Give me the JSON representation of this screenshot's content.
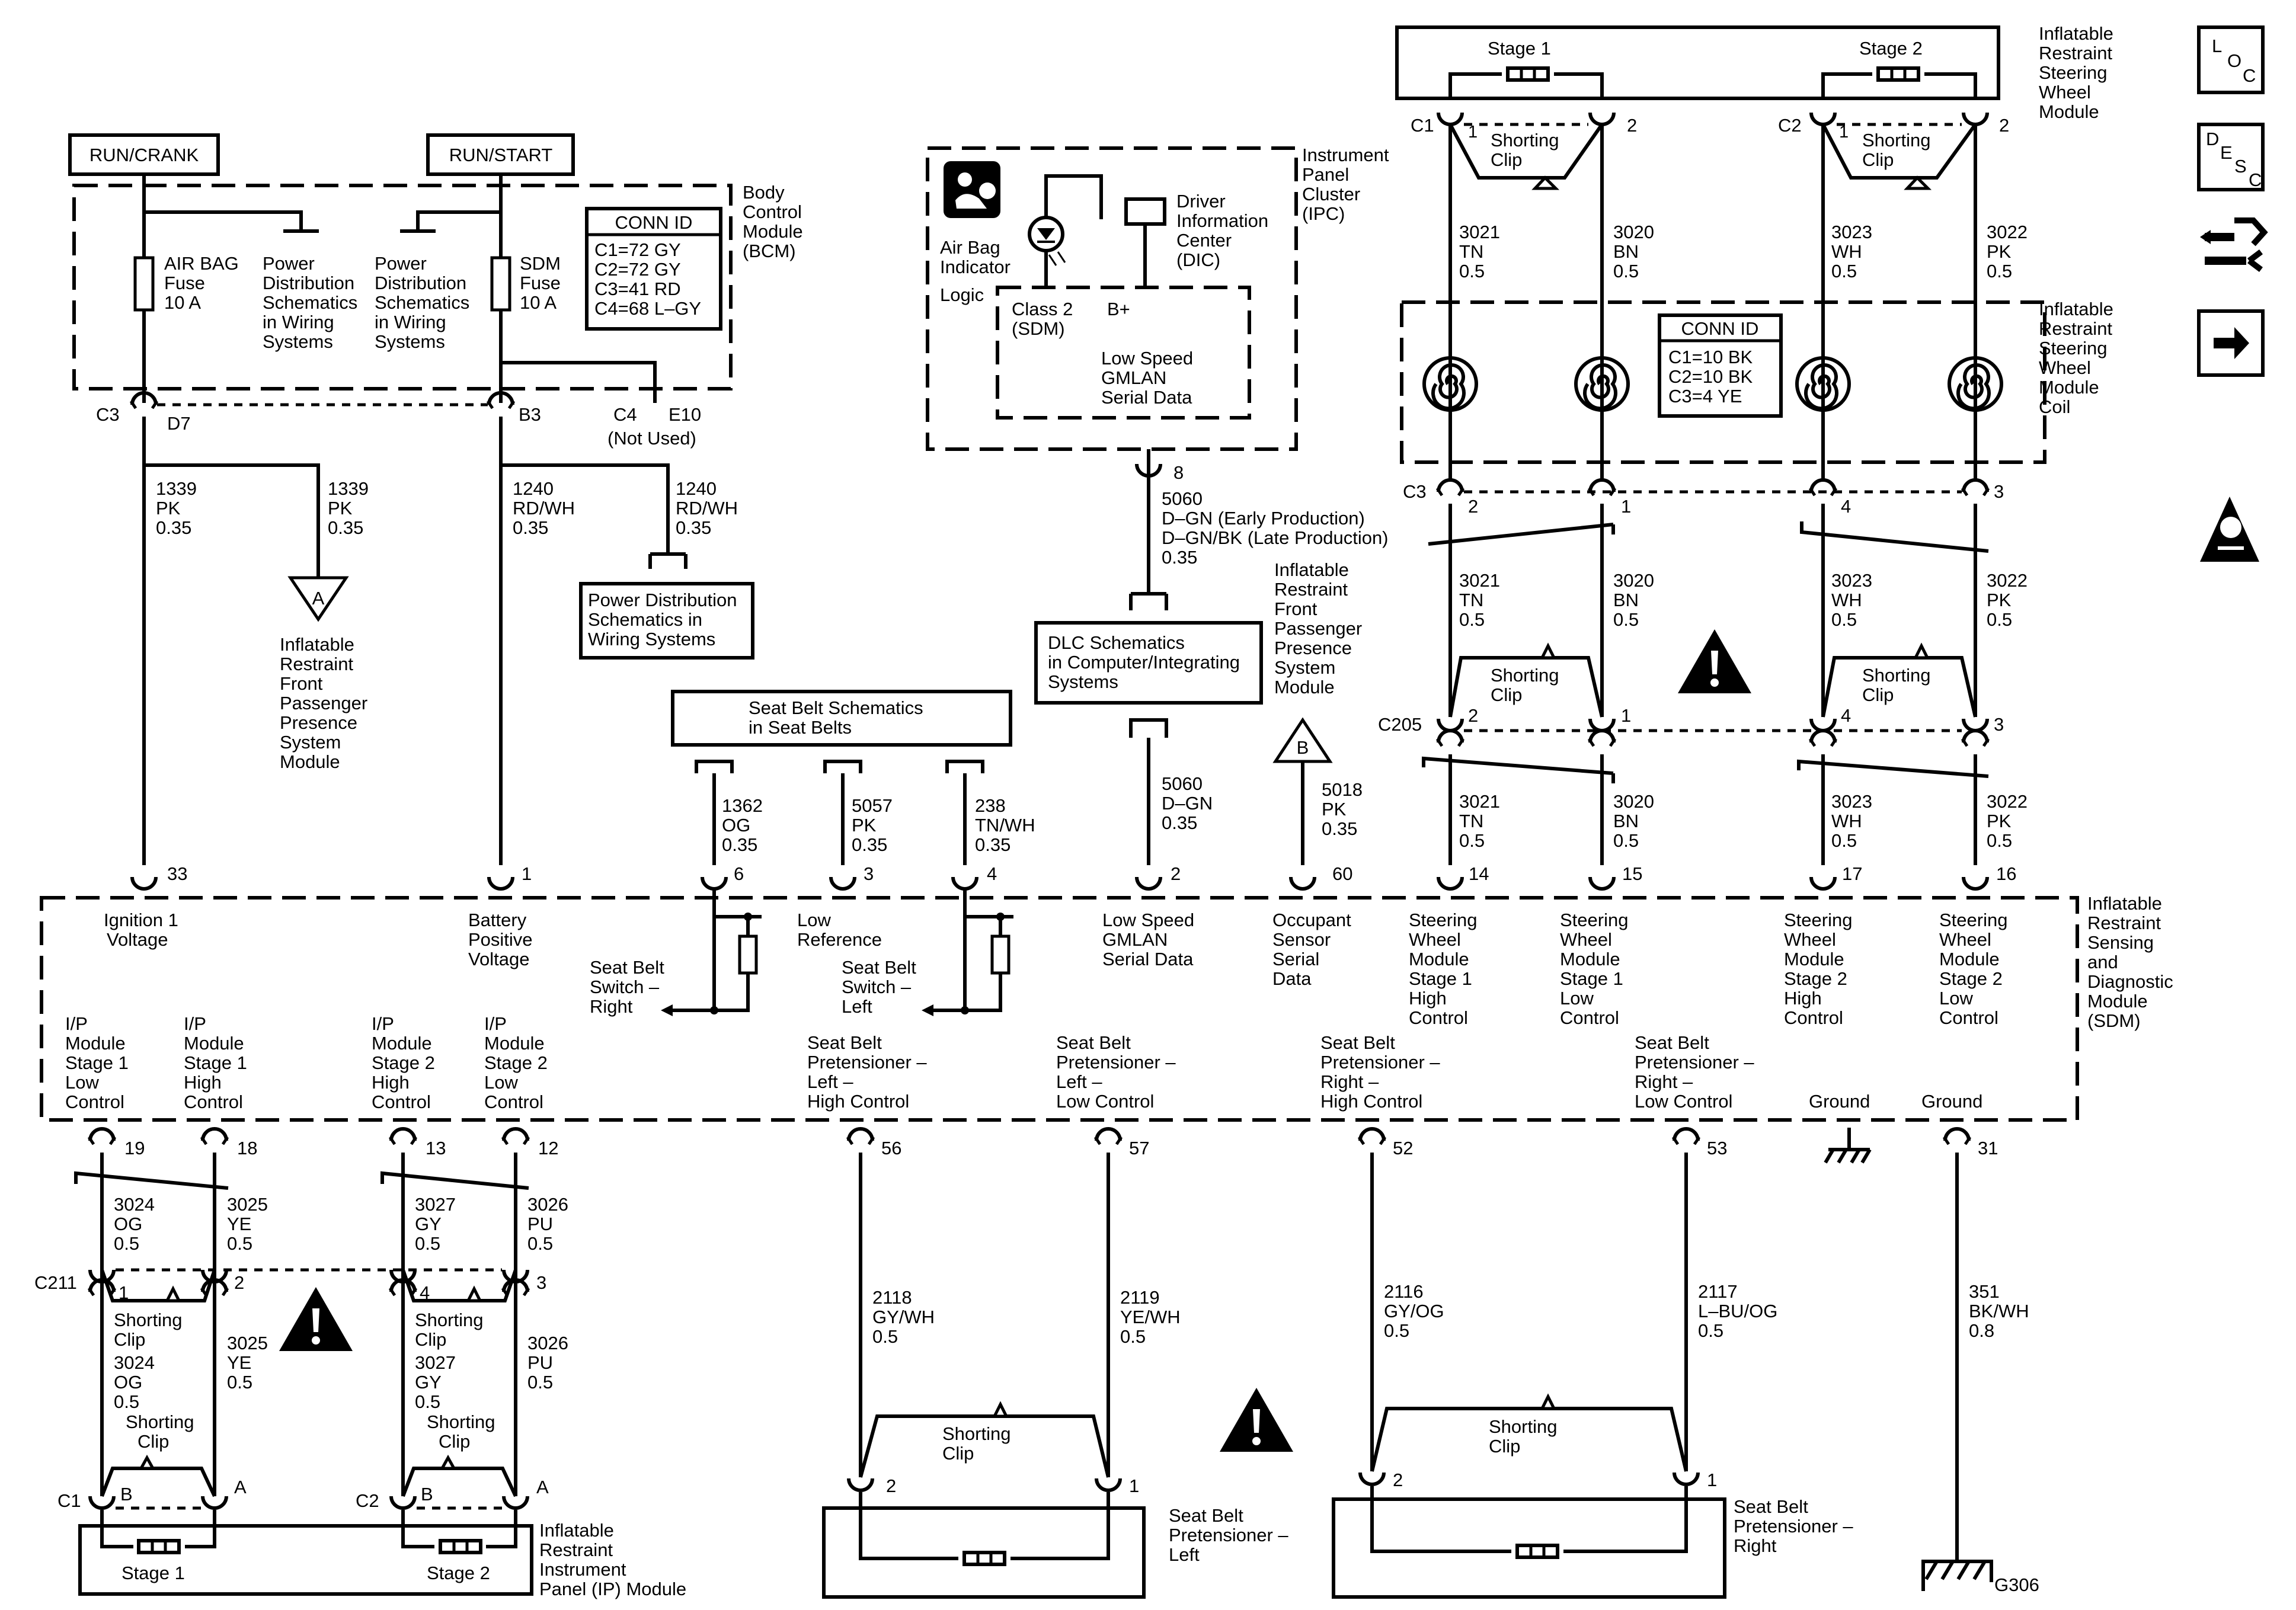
{
  "power": {
    "run_crank": "RUN/CRANK",
    "run_start": "RUN/START"
  },
  "bcm": {
    "name": [
      "Body",
      "Control",
      "Module",
      "(BCM)"
    ],
    "airbag_fuse": [
      "AIR BAG",
      "Fuse",
      "10 A"
    ],
    "sdm_fuse": [
      "SDM",
      "Fuse",
      "10 A"
    ],
    "power_dist": [
      "Power",
      "Distribution",
      "Schematics",
      "in Wiring",
      "Systems"
    ],
    "conn_id_title": "CONN ID",
    "conn_ids": [
      "C1=72 GY",
      "C2=72 GY",
      "C3=41 RD",
      "C4=68 L–GY"
    ],
    "c3": "C3",
    "d7": "D7",
    "b3": "B3",
    "c4": "C4",
    "e10": "E10",
    "not_used": "(Not Used)"
  },
  "wires_top": {
    "w1339": [
      "1339",
      "PK",
      "0.35"
    ],
    "w1240": [
      "1240",
      "RD/WH",
      "0.35"
    ],
    "inflatable_front_passenger": [
      "Inflatable",
      "Restraint",
      "Front",
      "Passenger",
      "Presence",
      "System",
      "Module"
    ],
    "power_dist_box": [
      "Power Distribution",
      "Schematics in",
      "Wiring Systems"
    ],
    "offpage_a": "A",
    "offpage_b": "B"
  },
  "ipc": {
    "name": [
      "Instrument",
      "Panel",
      "Cluster",
      "(IPC)"
    ],
    "airbag_indicator": [
      "Air Bag",
      "Indicator"
    ],
    "logic": "Logic",
    "dic": [
      "Driver",
      "Information",
      "Center",
      "(DIC)"
    ],
    "class2": [
      "Class 2",
      "(SDM)"
    ],
    "bplus": "B+",
    "gmlan": [
      "Low Speed",
      "GMLAN",
      "Serial Data"
    ],
    "pin": "8"
  },
  "w5060_top": [
    "5060",
    "D–GN (Early Production)",
    "D–GN/BK (Late Production)",
    "0.35"
  ],
  "dlc": [
    "DLC Schematics",
    "in Computer/Integrating",
    "Systems"
  ],
  "passenger_presence": [
    "Inflatable",
    "Restraint",
    "Front",
    "Passenger",
    "Presence",
    "System",
    "Module"
  ],
  "seatbelt_schem": [
    "Seat Belt Schematics",
    "in Seat Belts"
  ],
  "steering_module": {
    "stage1": "Stage 1",
    "stage2": "Stage 2",
    "name": [
      "Inflatable",
      "Restraint",
      "Steering",
      "Wheel",
      "Module"
    ],
    "c1": "C1",
    "c2": "C2",
    "shorting_clip": [
      "Shorting",
      "Clip"
    ],
    "coil_name": [
      "Inflatable",
      "Restraint",
      "Steering",
      "Wheel",
      "Module",
      "Coil"
    ],
    "conn_id_title": "CONN ID",
    "conn_ids": [
      "C1=10 BK",
      "C2=10 BK",
      "C3=4 YE"
    ],
    "c3": "C3",
    "c205": "C205"
  },
  "sw_wires": {
    "w3021": [
      "3021",
      "TN",
      "0.5"
    ],
    "w3020": [
      "3020",
      "BN",
      "0.5"
    ],
    "w3023": [
      "3023",
      "WH",
      "0.5"
    ],
    "w3022": [
      "3022",
      "PK",
      "0.5"
    ]
  },
  "mid_wires": {
    "w1362": [
      "1362",
      "OG",
      "0.35"
    ],
    "w5057": [
      "5057",
      "PK",
      "0.35"
    ],
    "w238": [
      "238",
      "TN/WH",
      "0.35"
    ],
    "w5060": [
      "5060",
      "D–GN",
      "0.35"
    ],
    "w5018": [
      "5018",
      "PK",
      "0.35"
    ]
  },
  "sdm": {
    "name": [
      "Inflatable",
      "Restraint",
      "Sensing",
      "and",
      "Diagnostic",
      "Module",
      "(SDM)"
    ],
    "pins_top": [
      "33",
      "1",
      "6",
      "3",
      "4",
      "2",
      "60",
      "14",
      "15",
      "17",
      "16"
    ],
    "ignition": [
      "Ignition 1",
      "Voltage"
    ],
    "battery": [
      "Battery",
      "Positive",
      "Voltage"
    ],
    "sb_switch_right": [
      "Seat Belt",
      "Switch –",
      "Right"
    ],
    "low_ref": [
      "Low",
      "Reference"
    ],
    "sb_switch_left": [
      "Seat Belt",
      "Switch –",
      "Left"
    ],
    "gmlan": [
      "Low Speed",
      "GMLAN",
      "Serial Data"
    ],
    "occupant": [
      "Occupant",
      "Sensor",
      "Serial",
      "Data"
    ],
    "sw_s1_high": [
      "Steering",
      "Wheel",
      "Module",
      "Stage 1",
      "High",
      "Control"
    ],
    "sw_s1_low": [
      "Steering",
      "Wheel",
      "Module",
      "Stage 1",
      "Low",
      "Control"
    ],
    "sw_s2_high": [
      "Steering",
      "Wheel",
      "Module",
      "Stage 2",
      "High",
      "Control"
    ],
    "sw_s2_low": [
      "Steering",
      "Wheel",
      "Module",
      "Stage 2",
      "Low",
      "Control"
    ],
    "ip_s1_low": [
      "I/P",
      "Module",
      "Stage 1",
      "Low",
      "Control"
    ],
    "ip_s1_high": [
      "I/P",
      "Module",
      "Stage 1",
      "High",
      "Control"
    ],
    "ip_s2_high": [
      "I/P",
      "Module",
      "Stage 2",
      "High",
      "Control"
    ],
    "ip_s2_low": [
      "I/P",
      "Module",
      "Stage 2",
      "Low",
      "Control"
    ],
    "pret_l_high": [
      "Seat Belt",
      "Pretensioner –",
      "Left –",
      "High Control"
    ],
    "pret_l_low": [
      "Seat Belt",
      "Pretensioner –",
      "Left –",
      "Low Control"
    ],
    "pret_r_high": [
      "Seat Belt",
      "Pretensioner –",
      "Right –",
      "High Control"
    ],
    "pret_r_low": [
      "Seat Belt",
      "Pretensioner –",
      "Right –",
      "Low Control"
    ],
    "ground": "Ground",
    "pins_bottom": [
      "19",
      "18",
      "13",
      "12",
      "56",
      "57",
      "52",
      "53",
      "31"
    ]
  },
  "ip_wires": {
    "w3024": [
      "3024",
      "OG",
      "0.5"
    ],
    "w3025": [
      "3025",
      "YE",
      "0.5"
    ],
    "w3027": [
      "3027",
      "GY",
      "0.5"
    ],
    "w3026": [
      "3026",
      "PU",
      "0.5"
    ],
    "c211": "C211"
  },
  "ip_module": {
    "name": [
      "Inflatable",
      "Restraint",
      "Instrument",
      "Panel (IP) Module"
    ],
    "stage1": "Stage 1",
    "stage2": "Stage 2",
    "c1": "C1",
    "c2": "C2"
  },
  "pret_wires": {
    "w2118": [
      "2118",
      "GY/WH",
      "0.5"
    ],
    "w2119": [
      "2119",
      "YE/WH",
      "0.5"
    ],
    "w2116": [
      "2116",
      "GY/OG",
      "0.5"
    ],
    "w2117": [
      "2117",
      "L–BU/OG",
      "0.5"
    ],
    "w351": [
      "351",
      "BK/WH",
      "0.8"
    ]
  },
  "pret_left": [
    "Seat Belt",
    "Pretensioner –",
    "Left"
  ],
  "pret_right": [
    "Seat Belt",
    "Pretensioner –",
    "Right"
  ],
  "ground_label": "G306",
  "side_icons": {
    "loc": [
      "L",
      "O",
      "C"
    ],
    "desc": [
      "D",
      "E",
      "S",
      "C"
    ]
  },
  "pin_labels": {
    "one": "1",
    "two": "2",
    "three": "3",
    "four": "4",
    "a": "A",
    "b": "B"
  }
}
